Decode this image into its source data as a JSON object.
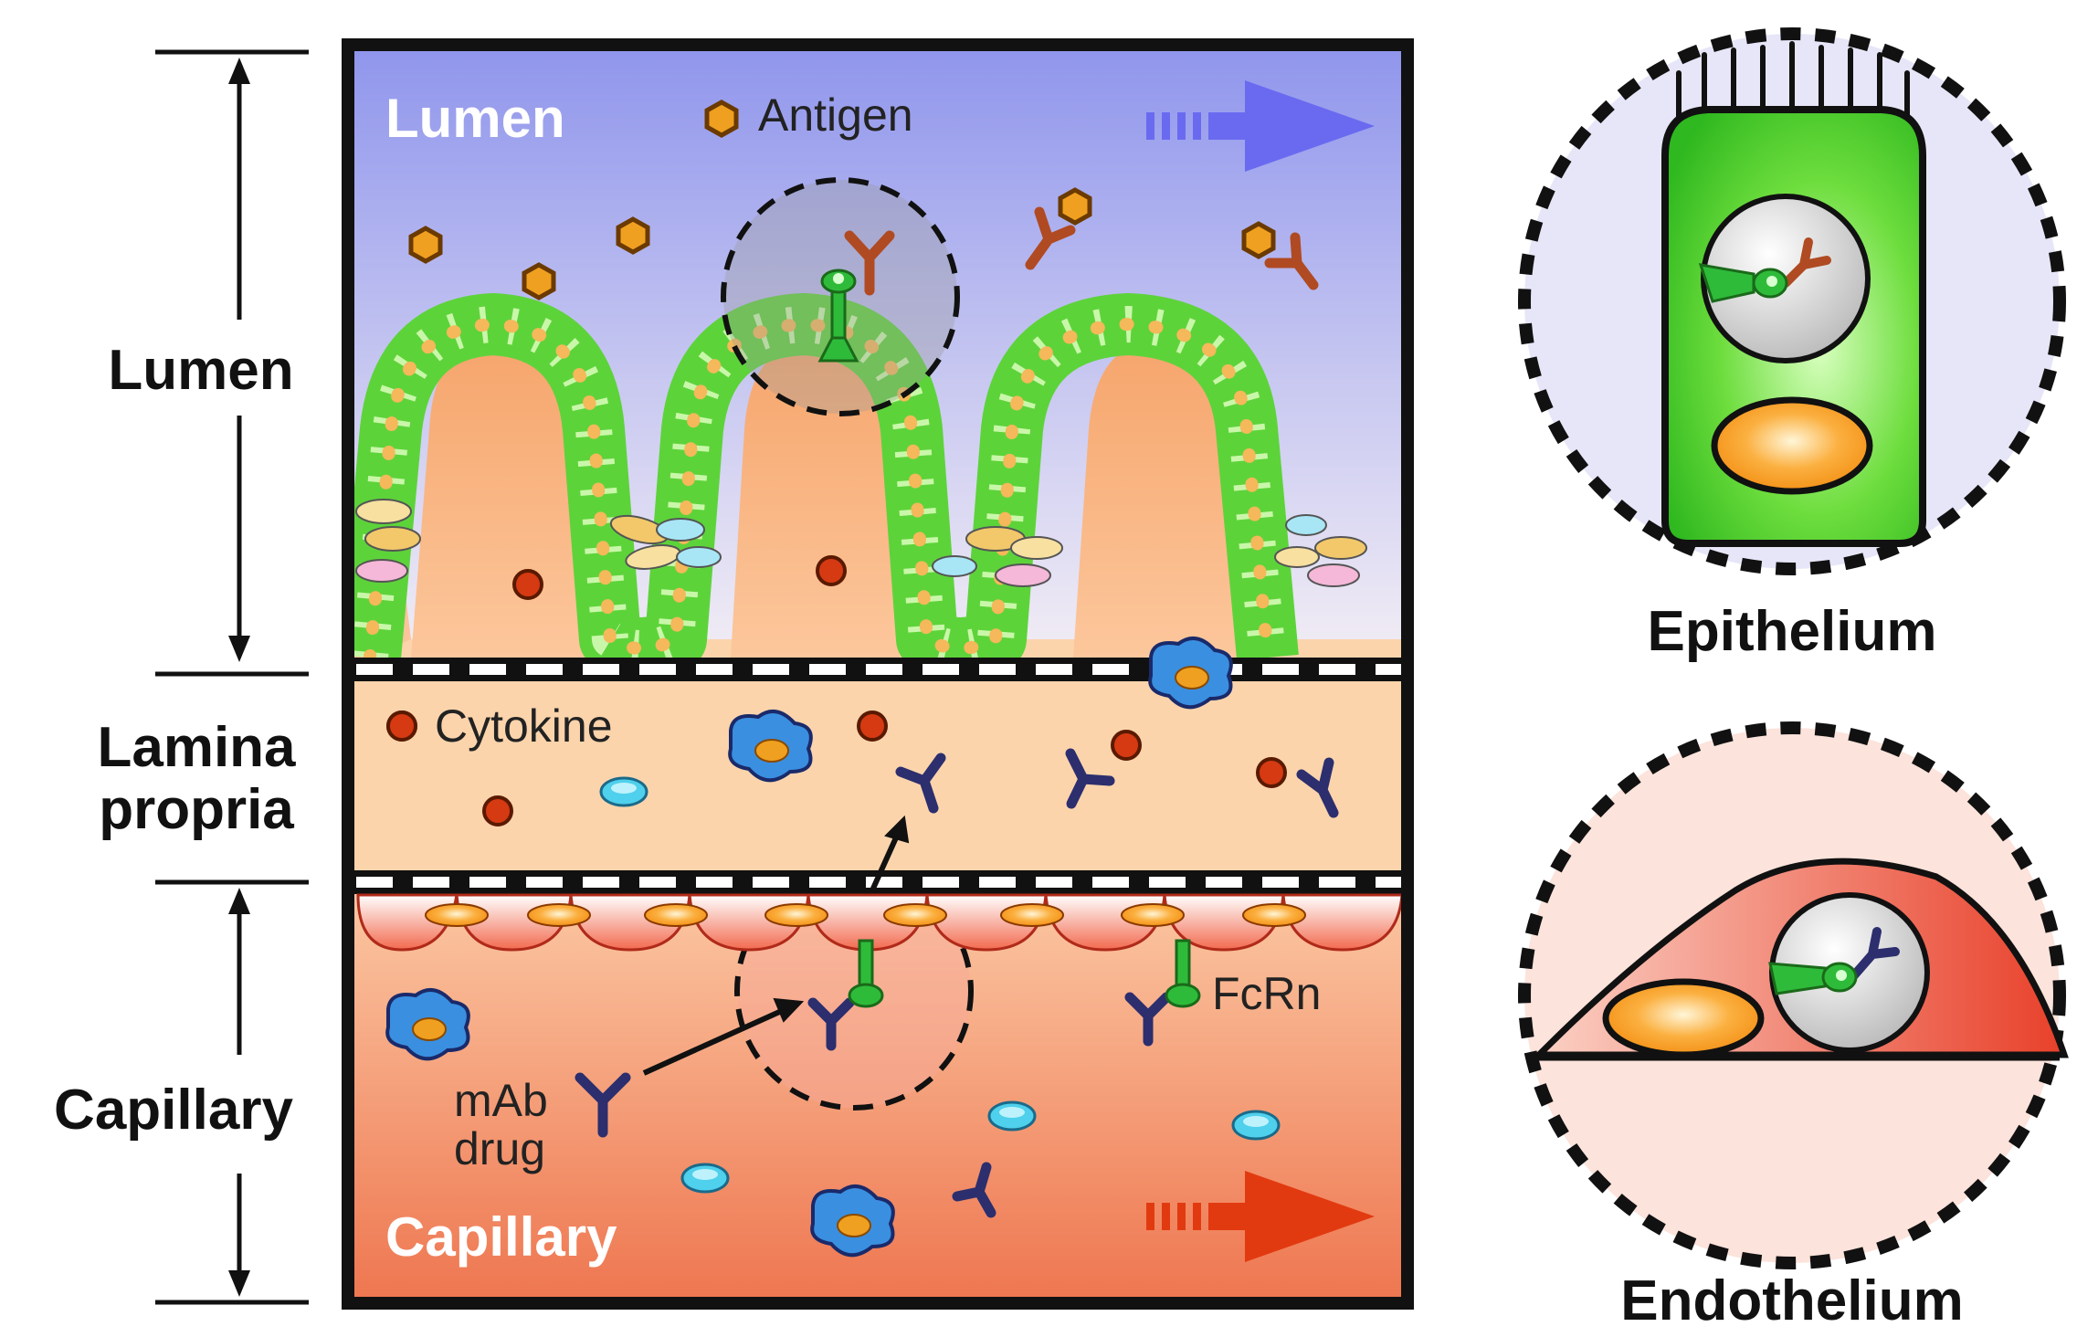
{
  "axis": {
    "lumen": "Lumen",
    "lamina_line1": "Lamina",
    "lamina_line2": "propria",
    "capillary": "Capillary"
  },
  "panel": {
    "lumen_title": "Lumen",
    "capillary_title": "Capillary",
    "antigen_label": "Antigen",
    "cytokine_label": "Cytokine",
    "fcrn_label": "FcRn",
    "mab_line1": "mAb",
    "mab_line2": "drug"
  },
  "insets": {
    "epithelium": "Epithelium",
    "endothelium": "Endothelium"
  },
  "colors": {
    "lumen_top": "#8f95ec",
    "lumen_bottom": "#e7e6f6",
    "lamina": "#fbd2a8",
    "capillary_top": "#fbbf98",
    "capillary_bottom": "#ef7a52",
    "epithelium_green": "#5dd33a",
    "antigen": "#f0a020",
    "cytokine": "#d63a12",
    "antibody_red": "#b04a22",
    "antibody_blue": "#2c2e6e",
    "fcrn": "#2fbb3a",
    "endothelium_red": "#e8402a"
  }
}
